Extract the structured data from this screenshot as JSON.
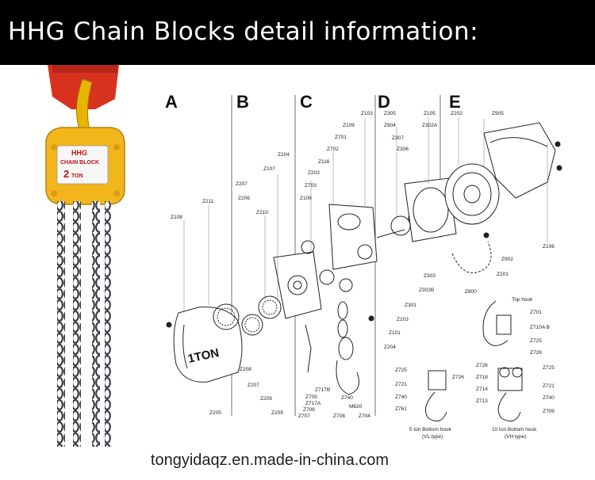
{
  "header": {
    "title": "HHG Chain Blocks detail information:"
  },
  "footer": {
    "url": "tongyidaqz.en.made-in-china.com"
  },
  "product_plate": {
    "brand": "HHG",
    "line1": "CHAIN BLOCK",
    "capacity": "2",
    "unit": "TON"
  },
  "diagram": {
    "sections": [
      "A",
      "B",
      "C",
      "D",
      "E"
    ],
    "housing_stamp": "1TON",
    "captions": {
      "top_hook": "Top hook",
      "bottom_5t_l1": "5 ton Bottom hook",
      "bottom_5t_l2": "(VL type)",
      "bottom_10t_l1": "10 ton Bottom hook",
      "bottom_10t_l2": "(VH type)"
    },
    "parts": {
      "z103": "Z103",
      "z305": "Z305",
      "z105": "Z105",
      "z202": "Z202",
      "z905": "Z905",
      "z109": "Z109",
      "z904": "Z904",
      "z302a": "Z302A",
      "z701": "Z701",
      "z307": "Z307",
      "z702": "Z702",
      "z306": "Z306",
      "z204": "Z204",
      "z116": "Z116",
      "z107": "Z107",
      "z203": "Z203",
      "z703": "Z703",
      "z207": "Z207",
      "z206": "Z206",
      "z106": "Z106",
      "z108": "Z108",
      "z211": "Z211",
      "z210": "Z210",
      "z106b": "Z106",
      "z902": "Z902",
      "z201": "Z201",
      "z303": "Z303",
      "z302b": "Z302B",
      "z800": "Z800",
      "z301": "Z301",
      "z103b": "Z103",
      "z101": "Z101",
      "z204b": "Z204",
      "z208": "Z208",
      "z207b": "Z207",
      "z205": "Z205",
      "z209": "Z209",
      "z209b": "Z209",
      "z717b": "Z717B",
      "z705": "Z705",
      "z717a": "Z717A",
      "z706": "Z706",
      "z707": "Z707",
      "z740": "Z740",
      "m620": "M620",
      "z708": "Z708",
      "z704": "Z704",
      "th_z701": "Z701",
      "th_z710ab": "Z710A B",
      "th_z725": "Z725",
      "th_z726": "Z726",
      "b5_z725": "Z725",
      "b5_z726": "Z726",
      "b5_z721": "Z721",
      "b5_z740": "Z740",
      "b5_z761": "Z761",
      "b10_z726": "Z726",
      "b10_z718": "Z718",
      "b10_z714": "Z714",
      "b10_z713": "Z713",
      "b10_z725": "Z725",
      "b10_z721": "Z721",
      "b10_z740": "Z740",
      "b10_z709": "Z709"
    }
  }
}
